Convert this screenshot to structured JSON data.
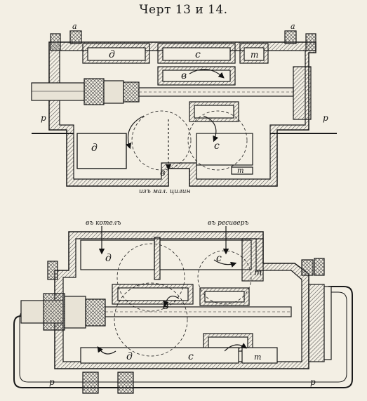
{
  "title": "Черт 13 и 14.",
  "fig13": {
    "labels": {
      "a_left": "a",
      "a_right": "a",
      "d_top": "д",
      "c_top": "с",
      "m_top": "т",
      "v_mid": "в",
      "p_left": "р",
      "p_right": "р",
      "d_bottom": "д",
      "c_bottom": "с",
      "v_bottom": "в",
      "m_bottom": "т",
      "caption": "изъ мал. цилин"
    }
  },
  "fig14": {
    "labels": {
      "to_boiler": "въ котелъ",
      "to_receiver": "въ ресиверъ",
      "d_top": "д",
      "c_top": "с",
      "m_top": "т",
      "v_mid": "в",
      "d_bottom": "д",
      "c_bottom": "с",
      "m_bottom": "т",
      "p_left": "р",
      "p_right": "р"
    }
  },
  "colors": {
    "paper": "#f3efe4",
    "ink": "#1a1a1a",
    "hatch": "#5a5a5a"
  }
}
